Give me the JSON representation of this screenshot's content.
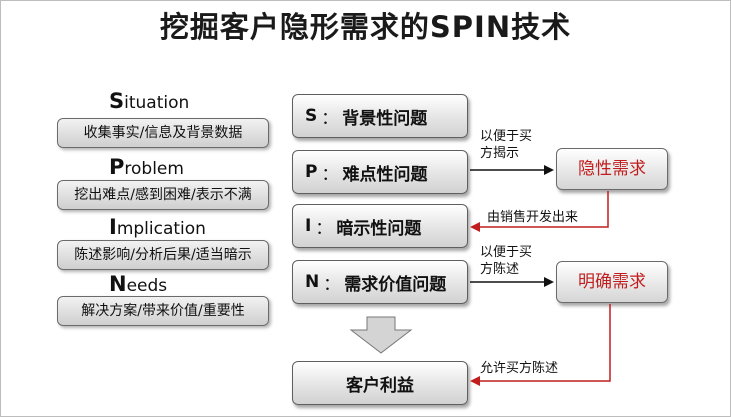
{
  "title": "挖掘客户隐形需求的SPIN技术",
  "steps": [
    {
      "letter": "S",
      "sep": "：",
      "text": "背景性问题"
    },
    {
      "letter": "P",
      "sep": "：",
      "text": "难点性问题"
    },
    {
      "letter": "I",
      "sep": "：",
      "text": "暗示性问题"
    },
    {
      "letter": "N",
      "sep": "：",
      "text": "需求价值问题"
    }
  ],
  "benefit": "客户利益",
  "headings": [
    {
      "initial": "S",
      "rest": "ituation"
    },
    {
      "initial": "P",
      "rest": "roblem"
    },
    {
      "initial": "I",
      "rest": "mplication"
    },
    {
      "initial": "N",
      "rest": "eeds"
    }
  ],
  "descriptions": [
    "收集事实/信息及背景数据",
    "挖出难点/感到困难/表示不满",
    "陈述影响/分析后果/适当暗示",
    "解决方案/带来价值/重要性"
  ],
  "needs": {
    "implicit": "隐性需求",
    "explicit": "明确需求"
  },
  "notes": {
    "to_implicit": [
      "以便于买",
      "方揭示"
    ],
    "from_implicit": "由销售开发出来",
    "to_explicit": [
      "以便于买",
      "方陈述"
    ],
    "from_explicit": "允许买方陈述"
  },
  "colors": {
    "accent_red": "#c01e1e",
    "arrow_black": "#111111"
  }
}
